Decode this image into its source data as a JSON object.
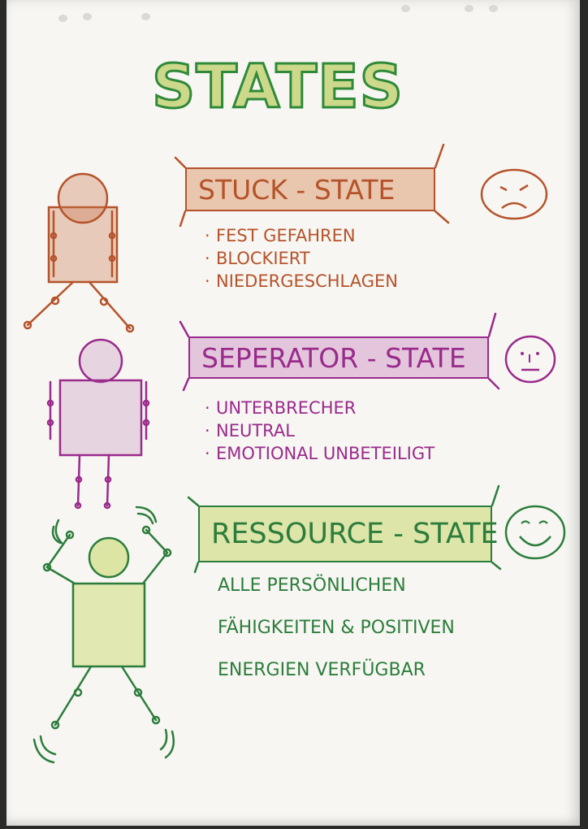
{
  "title": "STATES",
  "sections": {
    "stuck": {
      "label": "STUCK - STATE",
      "items": [
        "FEST GEFAHREN",
        "BLOCKIERT",
        "NIEDERGESCHLAGEN"
      ],
      "color": "#b5532a",
      "mood": "sad"
    },
    "seperator": {
      "label": "SEPERATOR - STATE",
      "items": [
        "UNTERBRECHER",
        "NEUTRAL",
        "EMOTIONAL UNBETEILIGT"
      ],
      "color": "#9a2a8c",
      "mood": "neutral"
    },
    "ressource": {
      "label": "RESSOURCE - STATE",
      "lines": [
        "ALLE PERSÖNLICHEN",
        "FÄHIGKEITEN & POSITIVEN",
        "ENERGIEN VERFÜGBAR"
      ],
      "color": "#2c7d3c",
      "mood": "happy"
    }
  }
}
